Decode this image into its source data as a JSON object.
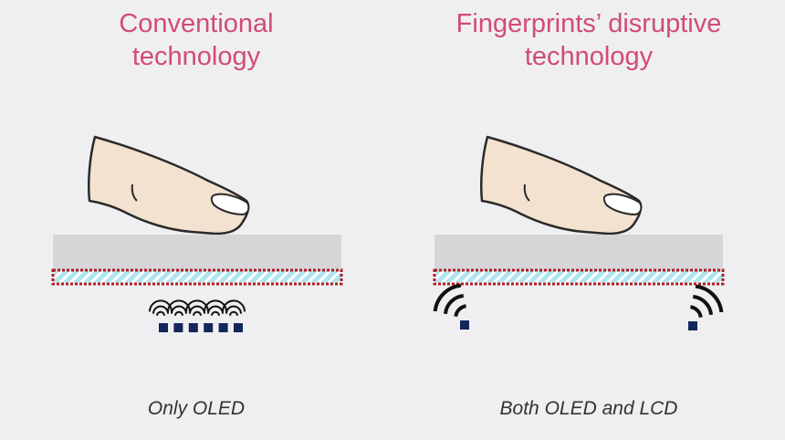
{
  "colors": {
    "title": "#d24a7a",
    "caption": "#333333",
    "glass": "#d6d6d8",
    "display_layer": "#aee6f2",
    "display_stripe": "#ffffff",
    "display_border": "#b01d22",
    "sensor": "#14275c",
    "signal": "#111111",
    "finger_skin": "#f2e2cf",
    "finger_outline": "#2a2a2a",
    "background": "#efeff1"
  },
  "panels": [
    {
      "title_line1": "Conventional",
      "title_line2": "technology",
      "caption": "Only OLED",
      "sensor_type": "array of emitters under display"
    },
    {
      "title_line1": "Fingerprints’ disruptive",
      "title_line2": "technology",
      "caption": "Both OLED and LCD",
      "sensor_type": "two edge emitters under display"
    }
  ],
  "icons": {
    "finger": "finger-icon",
    "signal": "wireless-signal-icon",
    "sensor": "sensor-square-icon"
  }
}
